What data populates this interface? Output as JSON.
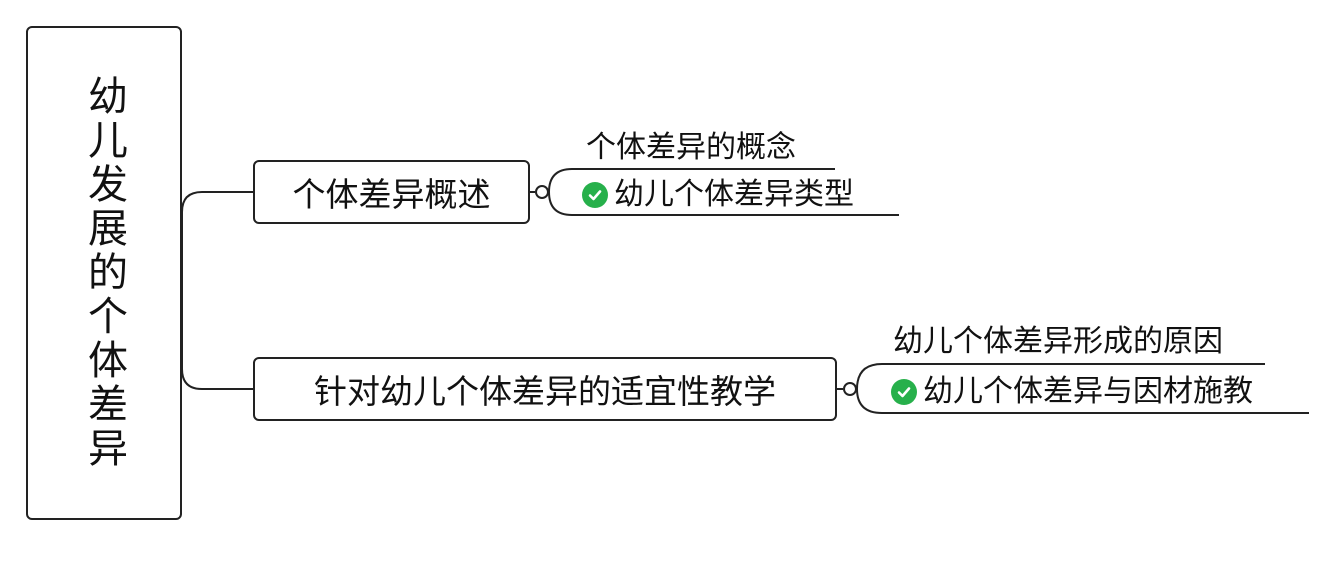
{
  "root": {
    "label": "幼儿发展的个体差异"
  },
  "branches": [
    {
      "label": "个体差异概述",
      "children": [
        {
          "label": "个体差异的概念",
          "checked": false
        },
        {
          "label": "幼儿个体差异类型",
          "checked": true
        }
      ]
    },
    {
      "label": "针对幼儿个体差异的适宜性教学",
      "children": [
        {
          "label": "幼儿个体差异形成的原因",
          "checked": false
        },
        {
          "label": "幼儿个体差异与因材施教",
          "checked": true
        }
      ]
    }
  ],
  "colors": {
    "line": "#222222",
    "check": "#27b04b"
  },
  "icons": {
    "checked": "check-circle-icon",
    "collapse": "collapse-toggle-icon"
  }
}
